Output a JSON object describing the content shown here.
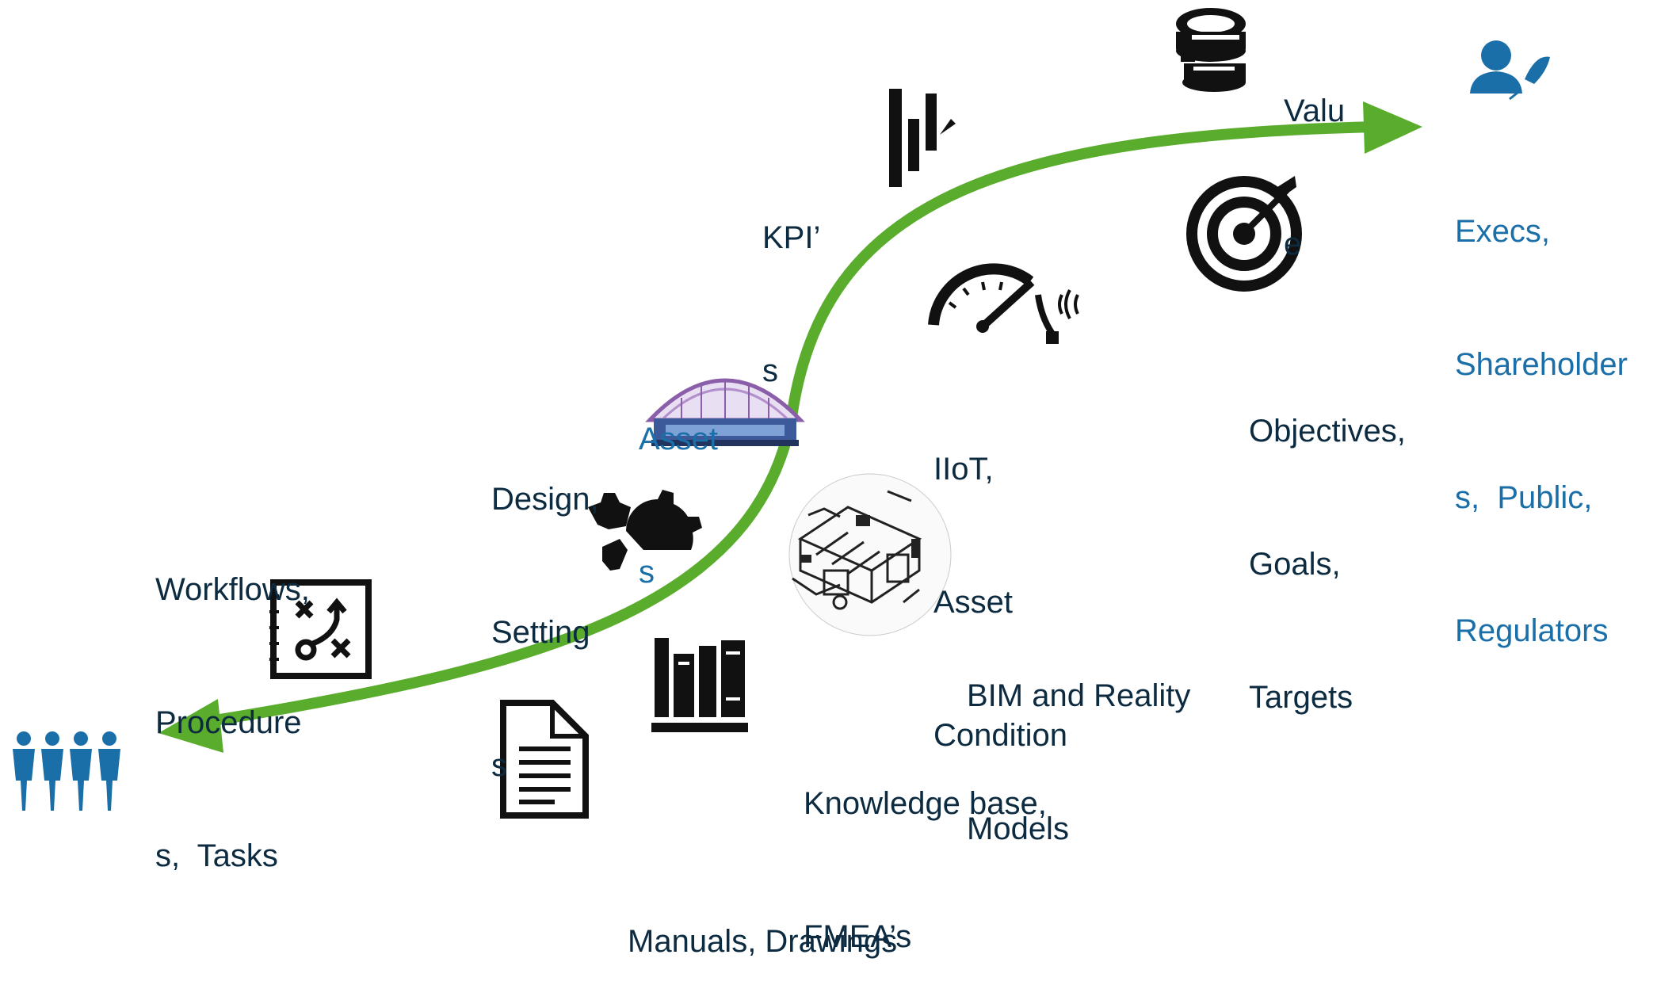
{
  "labels": {
    "value": [
      "Valu",
      "e"
    ],
    "kpis": [
      "KPI’",
      "s"
    ],
    "execs": [
      "Execs,",
      "Shareholder",
      "s,  Public,",
      "Regulators"
    ],
    "iiot": [
      "IIoT,",
      "Asset",
      "Condition"
    ],
    "objectives": [
      "Objectives,",
      "Goals,",
      "Targets"
    ],
    "assets": [
      "Asset",
      "s"
    ],
    "design": [
      "Design,",
      "Setting",
      "s"
    ],
    "workflows": [
      "Workflows,",
      "Procedure",
      "s,  Tasks"
    ],
    "bim": [
      "BIM and Reality",
      "Models"
    ],
    "knowledge": [
      "Knowledge base,",
      "FMEA’s"
    ],
    "manuals": [
      "Manuals, Drawings"
    ]
  },
  "colors": {
    "arrow": "#5aac2d",
    "accent_blue": "#1b6fa8",
    "text": "#0d2b40",
    "icon": "#111111"
  },
  "icons": [
    "coins-icon",
    "bar-chart-icon",
    "executive-icon",
    "target-icon",
    "gauge-icon",
    "wireless-sensor-icon",
    "stadium-asset-icon",
    "gear-icon",
    "workflow-icon",
    "bim-model-icon",
    "books-icon",
    "document-icon",
    "people-group-icon"
  ]
}
